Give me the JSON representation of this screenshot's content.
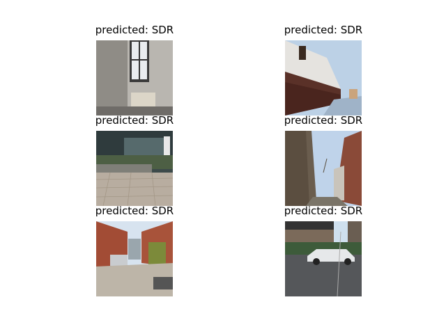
{
  "figure": {
    "panels": [
      {
        "title": "predicted: SDR",
        "scene": "stairwell-window-icon"
      },
      {
        "title": "predicted: SDR",
        "scene": "brick-wall-street-icon"
      },
      {
        "title": "predicted: SDR",
        "scene": "cobblestone-plaza-icon"
      },
      {
        "title": "predicted: SDR",
        "scene": "stone-alley-icon"
      },
      {
        "title": "predicted: SDR",
        "scene": "brick-courtyard-icon"
      },
      {
        "title": "predicted: SDR",
        "scene": "parking-lot-car-icon"
      }
    ]
  }
}
